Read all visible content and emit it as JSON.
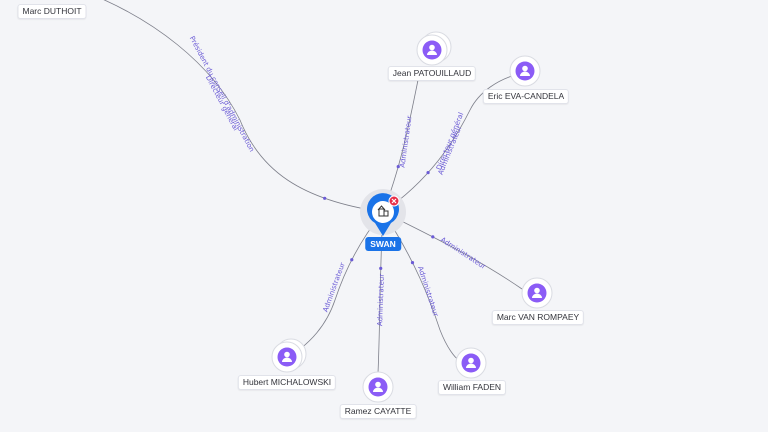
{
  "company": {
    "name": "SWAN",
    "icon": "building-icon",
    "badge_icon": "close-icon",
    "color": "#1a73e8",
    "badge_color": "#e8304a"
  },
  "person_color": "#8b5cf6",
  "people": [
    {
      "id": "marc-duthoit",
      "name": "Marc DUTHOIT",
      "roles": [
        "Président du conseil d'administration",
        "Directeur général"
      ]
    },
    {
      "id": "jean-patouillaud",
      "name": "Jean PATOUILLAUD",
      "roles": [
        "Administrateur"
      ],
      "stacked": true
    },
    {
      "id": "eric-eva-candela",
      "name": "Eric EVA-CANDELA",
      "roles": [
        "Directeur général",
        "Administrateur"
      ]
    },
    {
      "id": "marc-van-rompaey",
      "name": "Marc VAN ROMPAEY",
      "roles": [
        "Administrateur"
      ]
    },
    {
      "id": "william-faden",
      "name": "William FADEN",
      "roles": [
        "Administrateur"
      ]
    },
    {
      "id": "ramez-cayatte",
      "name": "Ramez CAYATTE",
      "roles": [
        "Administrateur"
      ]
    },
    {
      "id": "hubert-michalowski",
      "name": "Hubert MICHALOWSKI",
      "roles": [
        "Administrateur"
      ],
      "stacked": true
    }
  ]
}
